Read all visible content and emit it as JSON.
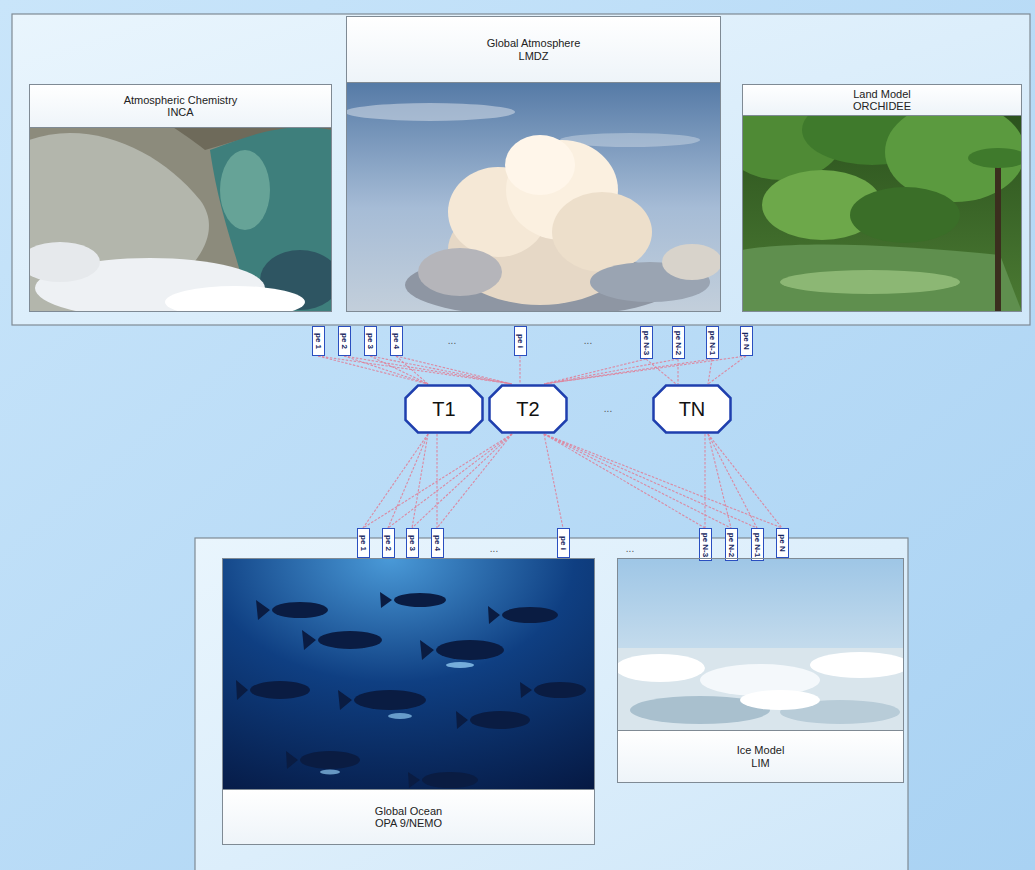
{
  "diagram": {
    "nodes": [
      {
        "text": [
          "Atmospheric Chemistry INCA"
        ]
      },
      {
        "text": [
          "Global Atmosphere LMDZ"
        ]
      },
      {
        "text": [
          "Land Model ORCHIDEE"
        ]
      },
      {
        "text": [
          "pe 1"
        ]
      },
      {
        "text": [
          "pe 2"
        ]
      },
      {
        "text": [
          "pe 3"
        ]
      },
      {
        "text": [
          "pe 4"
        ]
      },
      {
        "text": [
          "pe i"
        ]
      },
      {
        "text": [
          "pe N-3"
        ]
      },
      {
        "text": [
          "pe N-2"
        ]
      },
      {
        "text": [
          "pe N-1"
        ]
      },
      {
        "text": [
          "pe N"
        ]
      },
      {
        "text": [
          "T1"
        ]
      },
      {
        "text": [
          "T2"
        ]
      },
      {
        "text": [
          "TN"
        ]
      },
      {
        "text": [
          "pe 1"
        ]
      },
      {
        "text": [
          "pe 2"
        ]
      },
      {
        "text": [
          "pe 3"
        ]
      },
      {
        "text": [
          "pe 4"
        ]
      },
      {
        "text": [
          "pe i"
        ]
      },
      {
        "text": [
          "pe N-3"
        ]
      },
      {
        "text": [
          "pe N-2"
        ]
      },
      {
        "text": [
          "pe N-1"
        ]
      },
      {
        "text": [
          "pe N"
        ]
      },
      {
        "text": [
          "Global Ocean OPA 9/NEMO"
        ]
      },
      {
        "text": [
          "Ice Model LIM"
        ]
      }
    ],
    "edges": [
      {
        "from": 3,
        "to": 12,
        "arrow": "none"
      },
      {
        "from": 3,
        "to": 13,
        "arrow": "none"
      },
      {
        "from": 4,
        "to": 12,
        "arrow": "none"
      },
      {
        "from": 4,
        "to": 13,
        "arrow": "none"
      },
      {
        "from": 5,
        "to": 12,
        "arrow": "none"
      },
      {
        "from": 5,
        "to": 13,
        "arrow": "none"
      },
      {
        "from": 6,
        "to": 12,
        "arrow": "none"
      },
      {
        "from": 6,
        "to": 13,
        "arrow": "none"
      },
      {
        "from": 7,
        "to": 13,
        "arrow": "none"
      },
      {
        "from": 8,
        "to": 13,
        "arrow": "none"
      },
      {
        "from": 8,
        "to": 14,
        "arrow": "none"
      },
      {
        "from": 9,
        "to": 13,
        "arrow": "none"
      },
      {
        "from": 9,
        "to": 14,
        "arrow": "none"
      },
      {
        "from": 10,
        "to": 13,
        "arrow": "none"
      },
      {
        "from": 10,
        "to": 14,
        "arrow": "none"
      },
      {
        "from": 11,
        "to": 13,
        "arrow": "none"
      },
      {
        "from": 11,
        "to": 14,
        "arrow": "none"
      },
      {
        "from": 12,
        "to": 15,
        "arrow": "none"
      },
      {
        "from": 12,
        "to": 16,
        "arrow": "none"
      },
      {
        "from": 12,
        "to": 17,
        "arrow": "none"
      },
      {
        "from": 12,
        "to": 18,
        "arrow": "none"
      },
      {
        "from": 13,
        "to": 15,
        "arrow": "none"
      },
      {
        "from": 13,
        "to": 16,
        "arrow": "none"
      },
      {
        "from": 13,
        "to": 17,
        "arrow": "none"
      },
      {
        "from": 13,
        "to": 18,
        "arrow": "none"
      },
      {
        "from": 13,
        "to": 19,
        "arrow": "none"
      },
      {
        "from": 13,
        "to": 20,
        "arrow": "none"
      },
      {
        "from": 13,
        "to": 21,
        "arrow": "none"
      },
      {
        "from": 13,
        "to": 22,
        "arrow": "none"
      },
      {
        "from": 13,
        "to": 23,
        "arrow": "none"
      },
      {
        "from": 14,
        "to": 20,
        "arrow": "none"
      },
      {
        "from": 14,
        "to": 21,
        "arrow": "none"
      },
      {
        "from": 14,
        "to": 22,
        "arrow": "none"
      },
      {
        "from": 14,
        "to": 23,
        "arrow": "none"
      }
    ],
    "labels": [
      "...",
      "...",
      "...",
      "...",
      "..."
    ]
  }
}
